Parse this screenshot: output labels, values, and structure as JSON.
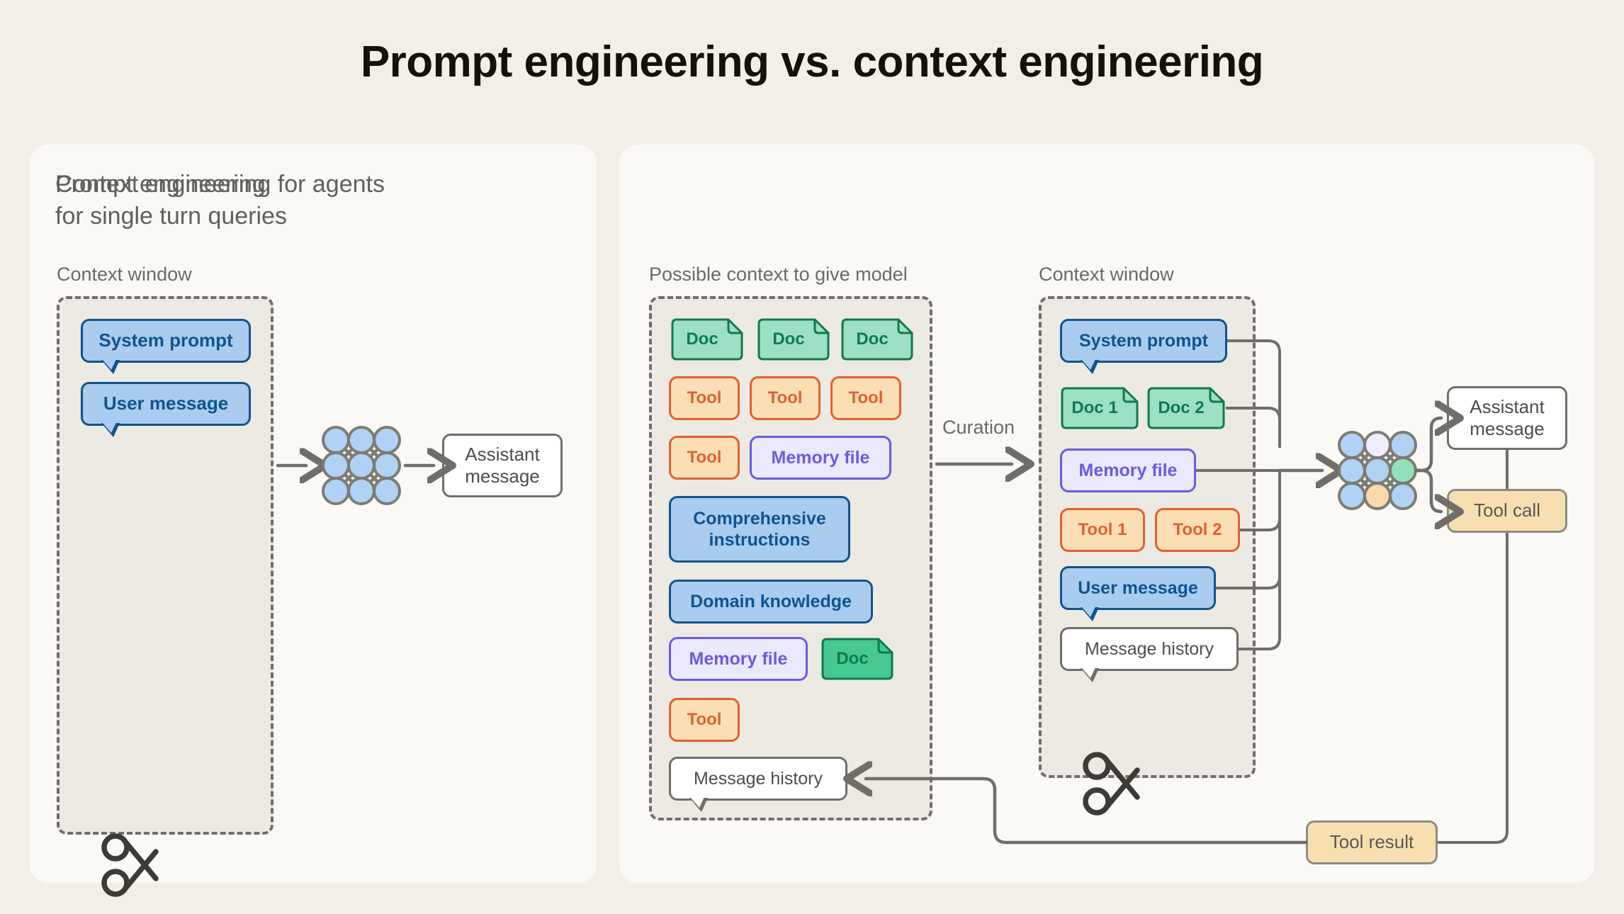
{
  "title": "Prompt engineering vs. context engineering",
  "colors": {
    "background": "#F2EFE9",
    "panel": "#FAF9F5",
    "context_window_fill": "#EDEAE3",
    "dashed_border": "#6F6E68",
    "blue_fill": "#AACDEF",
    "blue_stroke": "#10548F",
    "green_fill": "#9EE0C4",
    "green_stroke": "#0E7A50",
    "orange_fill": "#FBDFB4",
    "orange_stroke": "#E2612F",
    "purple_fill": "#EBEAFD",
    "purple_stroke": "#6B5BE0",
    "tan_fill": "#F8DFB2",
    "neutral_stroke": "#6F6E68",
    "neuron_blue": "#AFD2F5",
    "neuron_lavender": "#F0EDFB",
    "neuron_green": "#92E0BC",
    "neuron_orange": "#F9D9A8"
  },
  "left_panel": {
    "title": "Prompt engineering\nfor single turn queries",
    "context_window_label": "Context window",
    "items": [
      {
        "label": "System prompt",
        "kind": "blue-bubble"
      },
      {
        "label": "User message",
        "kind": "blue-bubble"
      }
    ],
    "model_icon": "neural-network-icon",
    "output": {
      "label": "Assistant\nmessage",
      "kind": "white-box"
    },
    "truncation_icon": "scissors-icon"
  },
  "right_panel": {
    "title": "Context engineering for agents",
    "possible_context_label": "Possible context to give model",
    "context_window_label": "Context window",
    "curation_label": "Curation",
    "possible_context_items": [
      {
        "label": "Doc",
        "kind": "doc"
      },
      {
        "label": "Doc",
        "kind": "doc"
      },
      {
        "label": "Doc",
        "kind": "doc"
      },
      {
        "label": "Tool",
        "kind": "orange"
      },
      {
        "label": "Tool",
        "kind": "orange"
      },
      {
        "label": "Tool",
        "kind": "orange"
      },
      {
        "label": "Tool",
        "kind": "orange"
      },
      {
        "label": "Memory file",
        "kind": "purple"
      },
      {
        "label": "Comprehensive\ninstructions",
        "kind": "blue"
      },
      {
        "label": "Domain knowledge",
        "kind": "blue"
      },
      {
        "label": "Memory file",
        "kind": "purple"
      },
      {
        "label": "Doc",
        "kind": "doc"
      },
      {
        "label": "Tool",
        "kind": "orange"
      },
      {
        "label": "Message history",
        "kind": "white-bubble"
      }
    ],
    "context_window_items": [
      {
        "label": "System prompt",
        "kind": "blue-bubble"
      },
      {
        "label": "Doc 1",
        "kind": "doc"
      },
      {
        "label": "Doc 2",
        "kind": "doc"
      },
      {
        "label": "Memory file",
        "kind": "purple"
      },
      {
        "label": "Tool 1",
        "kind": "orange"
      },
      {
        "label": "Tool 2",
        "kind": "orange"
      },
      {
        "label": "User message",
        "kind": "blue-bubble"
      },
      {
        "label": "Message history",
        "kind": "white-bubble"
      }
    ],
    "model_icon": "neural-network-icon",
    "outputs": [
      {
        "label": "Assistant\nmessage",
        "kind": "white-box"
      },
      {
        "label": "Tool call",
        "kind": "tan-box"
      }
    ],
    "tool_result": {
      "label": "Tool result",
      "kind": "tan-box"
    },
    "truncation_icon": "scissors-icon"
  }
}
